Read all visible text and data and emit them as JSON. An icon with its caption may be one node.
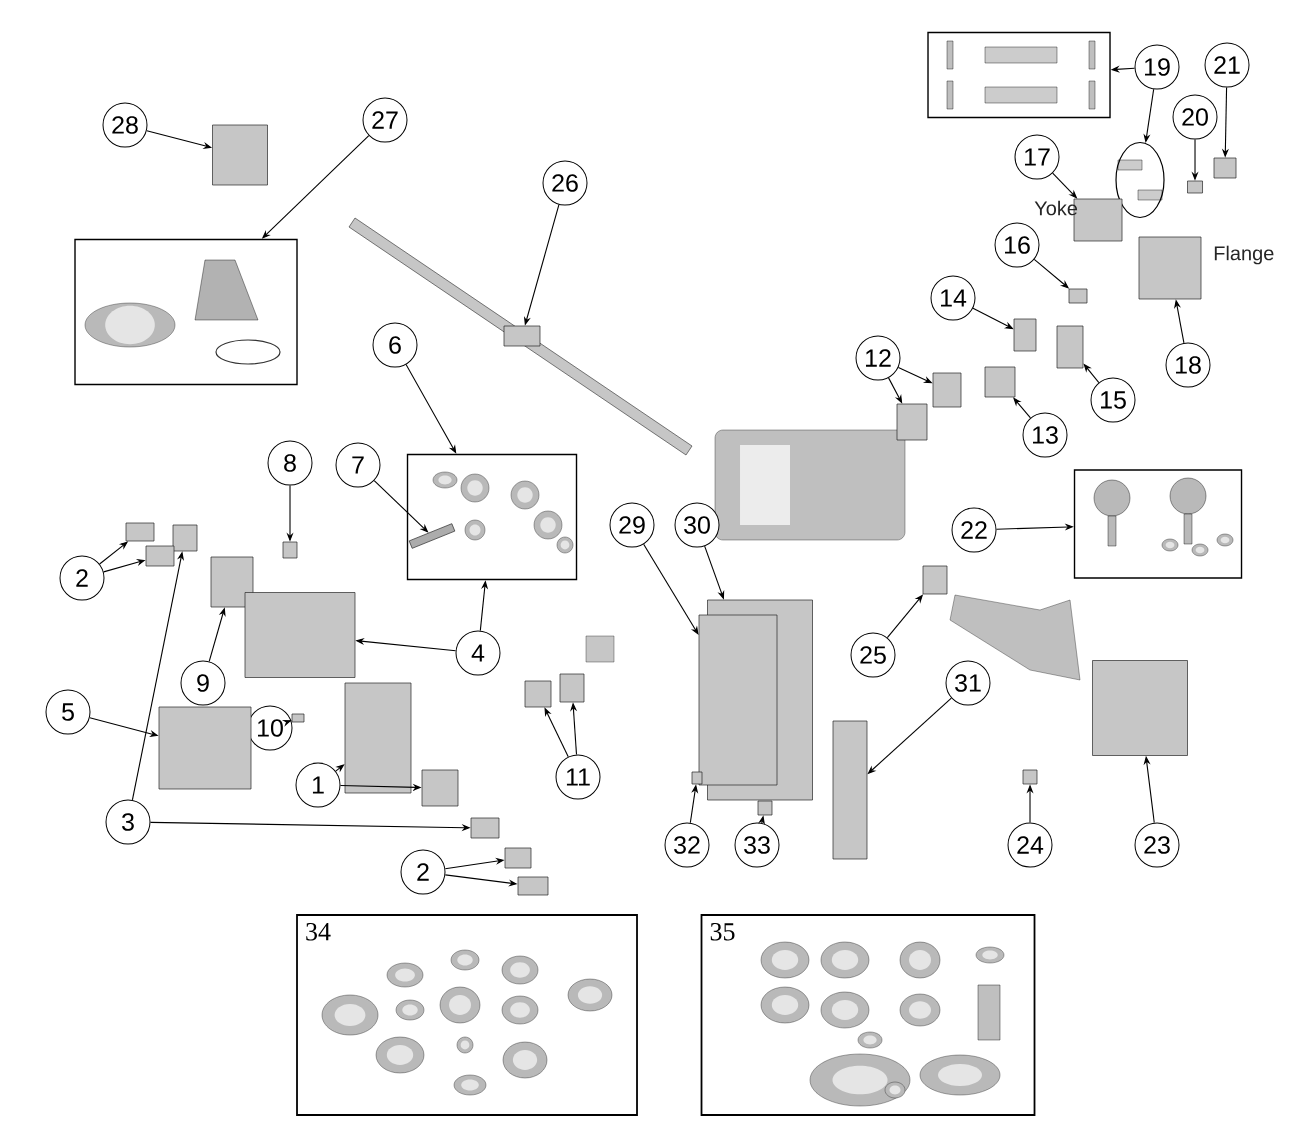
{
  "diagram": {
    "nodes": [
      {
        "text": [
          "19"
        ]
      },
      {
        "text": [
          "21"
        ]
      },
      {
        "text": [],
        "shape": "box"
      },
      {
        "text": [
          "28"
        ]
      },
      {
        "text": [
          "27"
        ]
      },
      {
        "text": [
          "20"
        ]
      },
      {
        "text": [],
        "shape": "box"
      },
      {
        "text": [
          "17"
        ]
      },
      {
        "text": [],
        "shape": "box"
      },
      {
        "text": [],
        "shape": "ellipse"
      },
      {
        "text": [],
        "shape": "box"
      },
      {
        "text": [
          "26"
        ]
      },
      {
        "text": [],
        "shape": "box"
      },
      {
        "text": [],
        "shape": "box"
      },
      {
        "text": [
          "16"
        ]
      },
      {
        "text": [],
        "shape": "box"
      },
      {
        "text": [],
        "shape": "box"
      },
      {
        "text": [],
        "shape": "box"
      },
      {
        "text": [
          "14"
        ]
      },
      {
        "text": [],
        "shape": "box"
      },
      {
        "text": [],
        "shape": "box"
      },
      {
        "text": [
          "6"
        ]
      },
      {
        "text": [
          "12"
        ]
      },
      {
        "text": [
          "18"
        ]
      },
      {
        "text": [],
        "shape": "box"
      },
      {
        "text": [],
        "shape": "box"
      },
      {
        "text": [
          "15"
        ]
      },
      {
        "text": [],
        "shape": "box"
      },
      {
        "text": [
          "13"
        ]
      },
      {
        "text": [],
        "shape": "box"
      },
      {
        "text": [
          "8"
        ]
      },
      {
        "text": [
          "7"
        ]
      },
      {
        "text": [],
        "shape": "box",
        "in": 29
      },
      {
        "text": [],
        "shape": "box"
      },
      {
        "text": [
          "29"
        ]
      },
      {
        "text": [
          "30"
        ]
      },
      {
        "text": [
          "22"
        ]
      },
      {
        "text": [],
        "shape": "box"
      },
      {
        "text": [],
        "shape": "box"
      },
      {
        "text": [],
        "shape": "box"
      },
      {
        "text": [],
        "shape": "box"
      },
      {
        "text": [
          "2"
        ]
      },
      {
        "text": [],
        "shape": "box"
      },
      {
        "text": [],
        "shape": "box"
      },
      {
        "text": [],
        "shape": "box"
      },
      {
        "text": [],
        "shape": "box"
      },
      {
        "text": [],
        "shape": "box"
      },
      {
        "text": [
          "4"
        ]
      },
      {
        "text": [
          "25"
        ]
      },
      {
        "text": [
          "9"
        ]
      },
      {
        "text": [
          "31"
        ]
      },
      {
        "text": [],
        "shape": "box"
      },
      {
        "text": [],
        "shape": "box"
      },
      {
        "text": [],
        "shape": "box"
      },
      {
        "text": [
          "5"
        ]
      },
      {
        "text": [],
        "shape": "box"
      },
      {
        "text": [],
        "shape": "box"
      },
      {
        "text": [
          "10"
        ]
      },
      {
        "text": [],
        "shape": "box"
      },
      {
        "text": [],
        "shape": "box"
      },
      {
        "text": [
          "11"
        ]
      },
      {
        "text": [],
        "shape": "box"
      },
      {
        "text": [],
        "shape": "box"
      },
      {
        "text": [
          "1"
        ]
      },
      {
        "text": [],
        "shape": "box"
      },
      {
        "text": [],
        "shape": "box"
      },
      {
        "text": [
          "3"
        ]
      },
      {
        "text": [],
        "shape": "box"
      },
      {
        "text": [
          "32"
        ]
      },
      {
        "text": [
          "33"
        ]
      },
      {
        "text": [
          "24"
        ]
      },
      {
        "text": [
          "23"
        ]
      },
      {
        "text": [],
        "shape": "box"
      },
      {
        "text": [
          "2"
        ]
      },
      {
        "text": [],
        "shape": "box"
      },
      {
        "text": [
          "34"
        ]
      },
      {
        "text": [
          "35"
        ]
      }
    ],
    "edges": [
      {
        "from": 0,
        "to": 2,
        "arrow": "to"
      },
      {
        "from": 0,
        "to": 9,
        "arrow": "to"
      },
      {
        "from": 1,
        "to": 8,
        "arrow": "to"
      },
      {
        "from": 3,
        "to": 6,
        "arrow": "to"
      },
      {
        "from": 4,
        "to": 13,
        "arrow": "to"
      },
      {
        "from": 5,
        "to": 10,
        "arrow": "to"
      },
      {
        "from": 7,
        "to": 12,
        "arrow": "to"
      },
      {
        "from": 11,
        "to": 16,
        "arrow": "to"
      },
      {
        "from": 14,
        "to": 17,
        "arrow": "to"
      },
      {
        "from": 23,
        "to": 15,
        "arrow": "to"
      },
      {
        "from": 18,
        "to": 19,
        "arrow": "to"
      },
      {
        "from": 26,
        "to": 20,
        "arrow": "to"
      },
      {
        "from": 21,
        "to": 29,
        "arrow": "to"
      },
      {
        "from": 22,
        "to": 27,
        "arrow": "to"
      },
      {
        "from": 22,
        "to": 25,
        "arrow": "to"
      },
      {
        "from": 28,
        "to": 24,
        "arrow": "to"
      },
      {
        "from": 30,
        "to": 38,
        "arrow": "to"
      },
      {
        "from": 31,
        "to": 32,
        "arrow": "to"
      },
      {
        "from": 34,
        "to": 45,
        "arrow": "to"
      },
      {
        "from": 35,
        "to": 44,
        "arrow": "to"
      },
      {
        "from": 36,
        "to": 33,
        "arrow": "to"
      },
      {
        "from": 41,
        "to": 37,
        "arrow": "to"
      },
      {
        "from": 41,
        "to": 40,
        "arrow": "to"
      },
      {
        "from": 66,
        "to": 39,
        "arrow": "to"
      },
      {
        "from": 66,
        "to": 67,
        "arrow": "to"
      },
      {
        "from": 49,
        "to": 42,
        "arrow": "to"
      },
      {
        "from": 47,
        "to": 29,
        "arrow": "to"
      },
      {
        "from": 47,
        "to": 46,
        "arrow": "to"
      },
      {
        "from": 48,
        "to": 43,
        "arrow": "to"
      },
      {
        "from": 50,
        "to": 59,
        "arrow": "to"
      },
      {
        "from": 60,
        "to": 51,
        "arrow": "to"
      },
      {
        "from": 60,
        "to": 52,
        "arrow": "to"
      },
      {
        "from": 71,
        "to": 53,
        "arrow": "to"
      },
      {
        "from": 54,
        "to": 58,
        "arrow": "to"
      },
      {
        "from": 57,
        "to": 56,
        "arrow": "to"
      },
      {
        "from": 63,
        "to": 55,
        "arrow": "to"
      },
      {
        "from": 63,
        "to": 64,
        "arrow": "to"
      },
      {
        "from": 70,
        "to": 61,
        "arrow": "to"
      },
      {
        "from": 68,
        "to": 62,
        "arrow": "to"
      },
      {
        "from": 69,
        "to": 65,
        "arrow": "to"
      },
      {
        "from": 73,
        "to": 72,
        "arrow": "to"
      },
      {
        "from": 73,
        "to": 74,
        "arrow": "to"
      }
    ],
    "labels": [
      "Yoke",
      "Flange"
    ]
  }
}
